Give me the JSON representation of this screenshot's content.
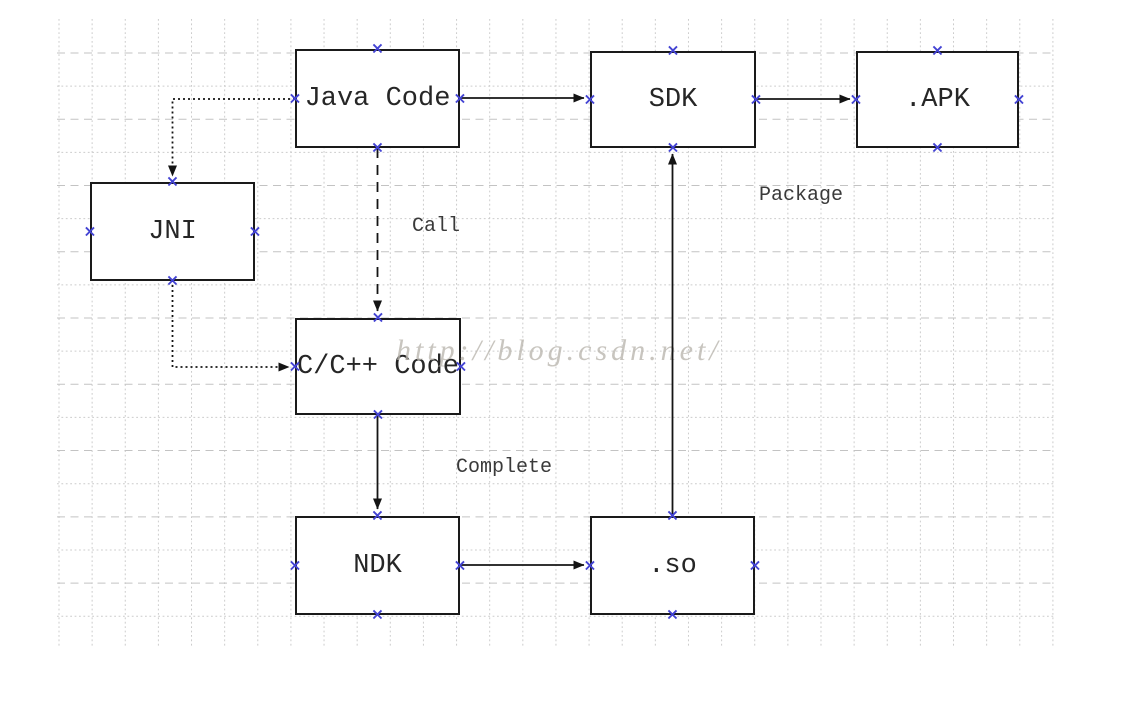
{
  "diagram": {
    "watermark": "http://blog.csdn.net/",
    "nodes": [
      {
        "id": "java-code",
        "label": "Java Code"
      },
      {
        "id": "sdk",
        "label": "SDK"
      },
      {
        "id": "apk",
        "label": ".APK"
      },
      {
        "id": "jni",
        "label": "JNI"
      },
      {
        "id": "cpp-code",
        "label": "C/C++ Code"
      },
      {
        "id": "ndk",
        "label": "NDK"
      },
      {
        "id": "so",
        "label": ".so"
      }
    ],
    "edges": [
      {
        "from": "java-code",
        "to": "sdk",
        "style": "solid",
        "label": ""
      },
      {
        "from": "sdk",
        "to": "apk",
        "style": "solid",
        "label": ""
      },
      {
        "from": "java-code",
        "to": "jni",
        "style": "dotted",
        "label": ""
      },
      {
        "from": "jni",
        "to": "cpp-code",
        "style": "dotted",
        "label": ""
      },
      {
        "from": "java-code",
        "to": "cpp-code",
        "style": "dashed",
        "label": "Call"
      },
      {
        "from": "cpp-code",
        "to": "ndk",
        "style": "solid",
        "label": "Complete"
      },
      {
        "from": "ndk",
        "to": "so",
        "style": "solid",
        "label": ""
      },
      {
        "from": "so",
        "to": "sdk",
        "style": "solid",
        "label": "Package"
      }
    ],
    "connection_point_glyph": "×",
    "colors": {
      "box_border": "#1a1a1a",
      "arrow": "#141414",
      "connection_point": "#4343d3",
      "grid_major": "#c3c3c3",
      "grid_minor": "#cccccc",
      "watermark": "#bab7af"
    }
  }
}
